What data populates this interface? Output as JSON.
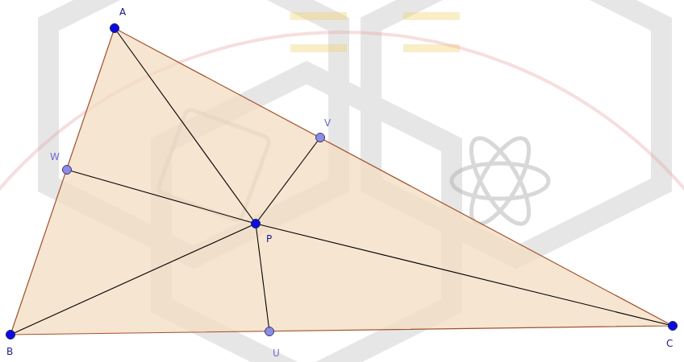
{
  "diagram": {
    "labels": [
      "A",
      "W",
      "V",
      "P",
      "B",
      "U",
      "C"
    ]
  }
}
